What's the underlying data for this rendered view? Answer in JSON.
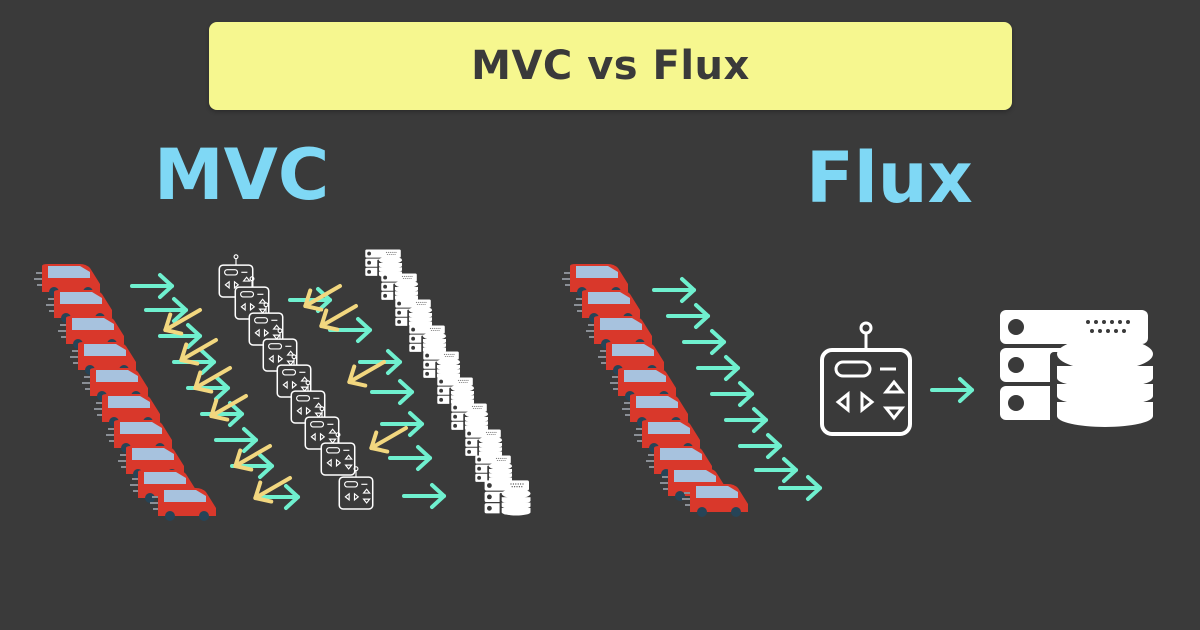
{
  "title": "MVC vs Flux",
  "left": {
    "heading": "MVC"
  },
  "right": {
    "heading": "Flux"
  },
  "colors": {
    "background": "#3a3a3a",
    "banner": "#f6f78f",
    "heading": "#7fd8f5",
    "arrow_cyan": "#6ff0cf",
    "arrow_yellow": "#f2d77f",
    "car_red": "#d9382b",
    "car_window": "#a7c2de",
    "wheel": "#264457",
    "icon_white": "#ffffff"
  },
  "icons": [
    "car-icon",
    "controller-icon",
    "database-icon",
    "arrow-icon"
  ]
}
